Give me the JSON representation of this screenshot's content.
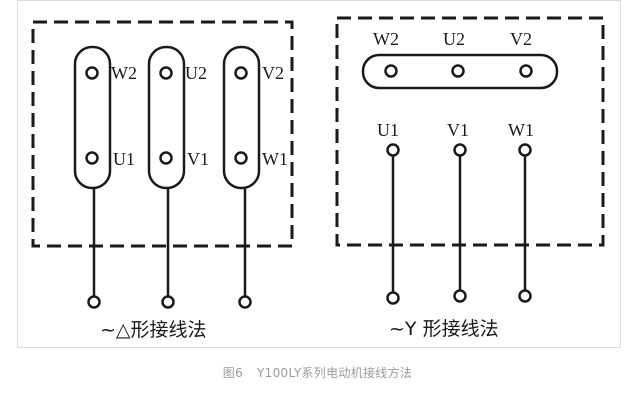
{
  "delta": {
    "links": [
      {
        "top_terminal": "W2",
        "bottom_terminal": "U1"
      },
      {
        "top_terminal": "U2",
        "bottom_terminal": "V1"
      },
      {
        "top_terminal": "V2",
        "bottom_terminal": "W1"
      }
    ],
    "title": "~△形接线法"
  },
  "star": {
    "top_terminals": [
      "W2",
      "U2",
      "V2"
    ],
    "bottom_terminals": [
      "U1",
      "V1",
      "W1"
    ],
    "title": "~Y 形接线法"
  },
  "caption": {
    "figure_number": "图6",
    "text": "Y100LY系列电动机接线方法"
  },
  "colors": {
    "line": "#1a1a1a",
    "caption": "#9a9a9a",
    "frame": "#dcdcdc"
  }
}
